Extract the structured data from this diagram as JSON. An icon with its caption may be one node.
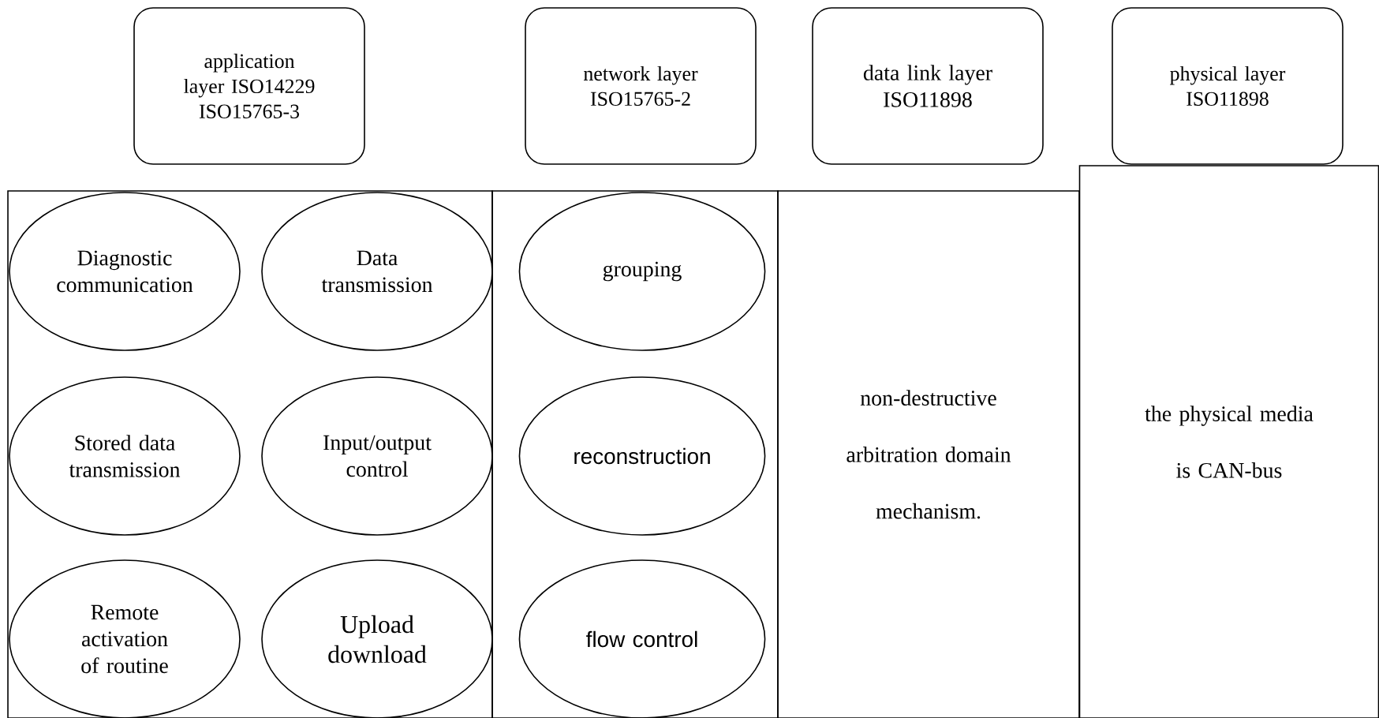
{
  "diagram": {
    "nodes": [
      {
        "text": [
          "application layer ISO14229 ISO15765-3"
        ]
      },
      {
        "text": [
          "network layer ISO15765-2"
        ]
      },
      {
        "text": [
          "data link layer ISO11898"
        ]
      },
      {
        "text": [
          "physical layer ISO11898"
        ]
      },
      {
        "text": [],
        "shape": "box"
      },
      {
        "text": [
          "Diagnostic communication"
        ],
        "in": 4
      },
      {
        "text": [
          "Data transmission"
        ],
        "in": 4
      },
      {
        "text": [
          "Stored data transmission"
        ],
        "in": 4
      },
      {
        "text": [
          "Input/output control"
        ],
        "in": 4
      },
      {
        "text": [
          "Remote activation of routine"
        ],
        "in": 4
      },
      {
        "text": [
          "Upload download"
        ],
        "in": 4
      },
      {
        "text": [],
        "shape": "box"
      },
      {
        "text": [
          "grouping"
        ],
        "in": 11
      },
      {
        "text": [
          "reconstruction"
        ],
        "in": 11
      },
      {
        "text": [
          "flow control"
        ],
        "in": 11
      },
      {
        "text": [
          "non-destructive arbitration domain mechanism."
        ]
      },
      {
        "text": [
          "the physical media is CAN-bus"
        ]
      }
    ]
  }
}
